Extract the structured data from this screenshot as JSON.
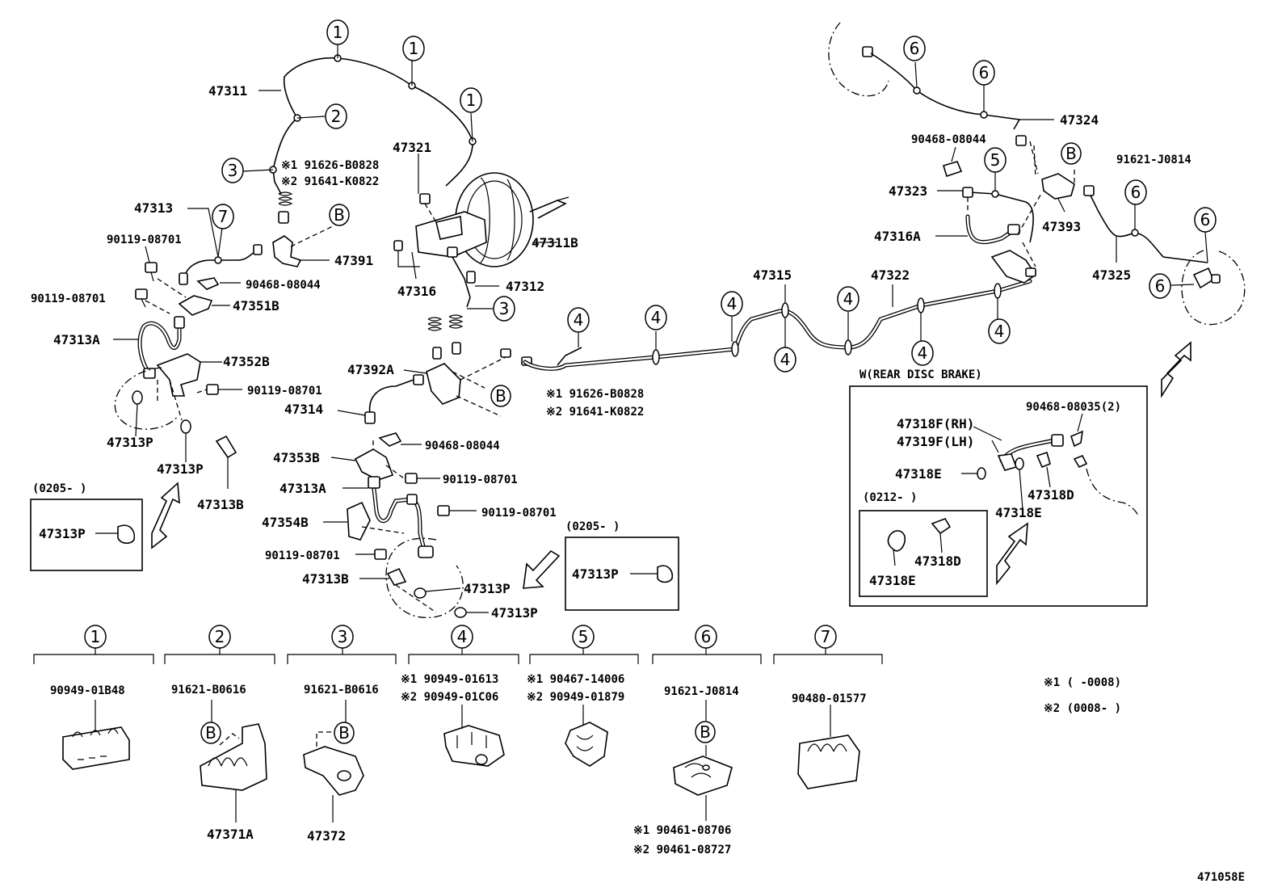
{
  "diagram_id": "471058E",
  "labels": {
    "p47311": "47311",
    "p47321": "47321",
    "p47313": "47313",
    "p90119_a": "90119-08701",
    "p90119_b": "90119-08701",
    "p47313A_left": "47313A",
    "p47352B": "47352B",
    "p90119_c": "90119-08701",
    "p47313P_1": "47313P",
    "p47313P_2": "47313P",
    "p47313B_left": "47313B",
    "p47351B": "47351B",
    "p90468_a": "90468-08044",
    "p47391": "47391",
    "p47311B": "47311B",
    "p47316": "47316",
    "p47312": "47312",
    "p47392A": "47392A",
    "p47314": "47314",
    "p90468_b": "90468-08044",
    "p47353B": "47353B",
    "p90119_d": "90119-08701",
    "p47313A_mid": "47313A",
    "p90119_e": "90119-08701",
    "p47354B": "47354B",
    "p90119_f": "90119-08701",
    "p47313B_mid": "47313B",
    "p47313P_3": "47313P",
    "p47313P_4": "47313P",
    "p47315": "47315",
    "p47322": "47322",
    "p47324": "47324",
    "p90468_c": "90468-08044",
    "p91621_J0814_top": "91621-J0814",
    "p47323": "47323",
    "p47316A": "47316A",
    "p47393": "47393",
    "p47325": "47325",
    "note1_top_a": "※1 91626-B0828",
    "note1_top_b": "※2 91641-K0822",
    "note1_mid_a": "※1 91626-B0828",
    "note1_mid_b": "※2 91641-K0822",
    "box1_date": "(0205-      )",
    "box1_part": "47313P",
    "box2_date": "(0205-      )",
    "box2_part": "47313P",
    "rear_title": "W(REAR DISC BRAKE)",
    "rear_90468": "90468-08035(2)",
    "rear_47318F": "47318F(RH)",
    "rear_47319F": "47319F(LH)",
    "rear_47318E_a": "47318E",
    "rear_47318D_a": "47318D",
    "rear_47318E_b": "47318E",
    "rear_sub_date": "(0212-      )",
    "rear_47318D_b": "47318D",
    "rear_47318E_c": "47318E",
    "legend_note1": "※1 (      -0008)",
    "legend_note2": "※2 (0008-      )",
    "clamp1_part": "90949-01B48",
    "clamp2_part": "91621-B0616",
    "clamp2_sub": "47371A",
    "clamp3_part": "91621-B0616",
    "clamp3_sub": "47372",
    "clamp4_a": "※1 90949-01613",
    "clamp4_b": "※2 90949-01C06",
    "clamp5_a": "※1 90467-14006",
    "clamp5_b": "※2 90949-01879",
    "clamp6_part": "91621-J0814",
    "clamp6_sub_a": "※1 90461-08706",
    "clamp6_sub_b": "※2 90461-08727",
    "clamp7_part": "90480-01577"
  },
  "callouts": {
    "n1": "1",
    "n2": "2",
    "n3": "3",
    "n4": "4",
    "n5": "5",
    "n6": "6",
    "n7": "7",
    "B": "B"
  },
  "clamp_headers": [
    "1",
    "2",
    "3",
    "4",
    "5",
    "6",
    "7"
  ]
}
